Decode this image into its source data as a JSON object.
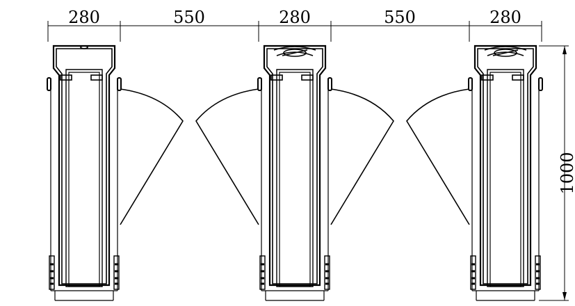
{
  "dimensions": {
    "pedestal_width": "280",
    "lane_width": "550",
    "height": "1000"
  },
  "colors": {
    "line": "#000000",
    "background": "#ffffff"
  }
}
